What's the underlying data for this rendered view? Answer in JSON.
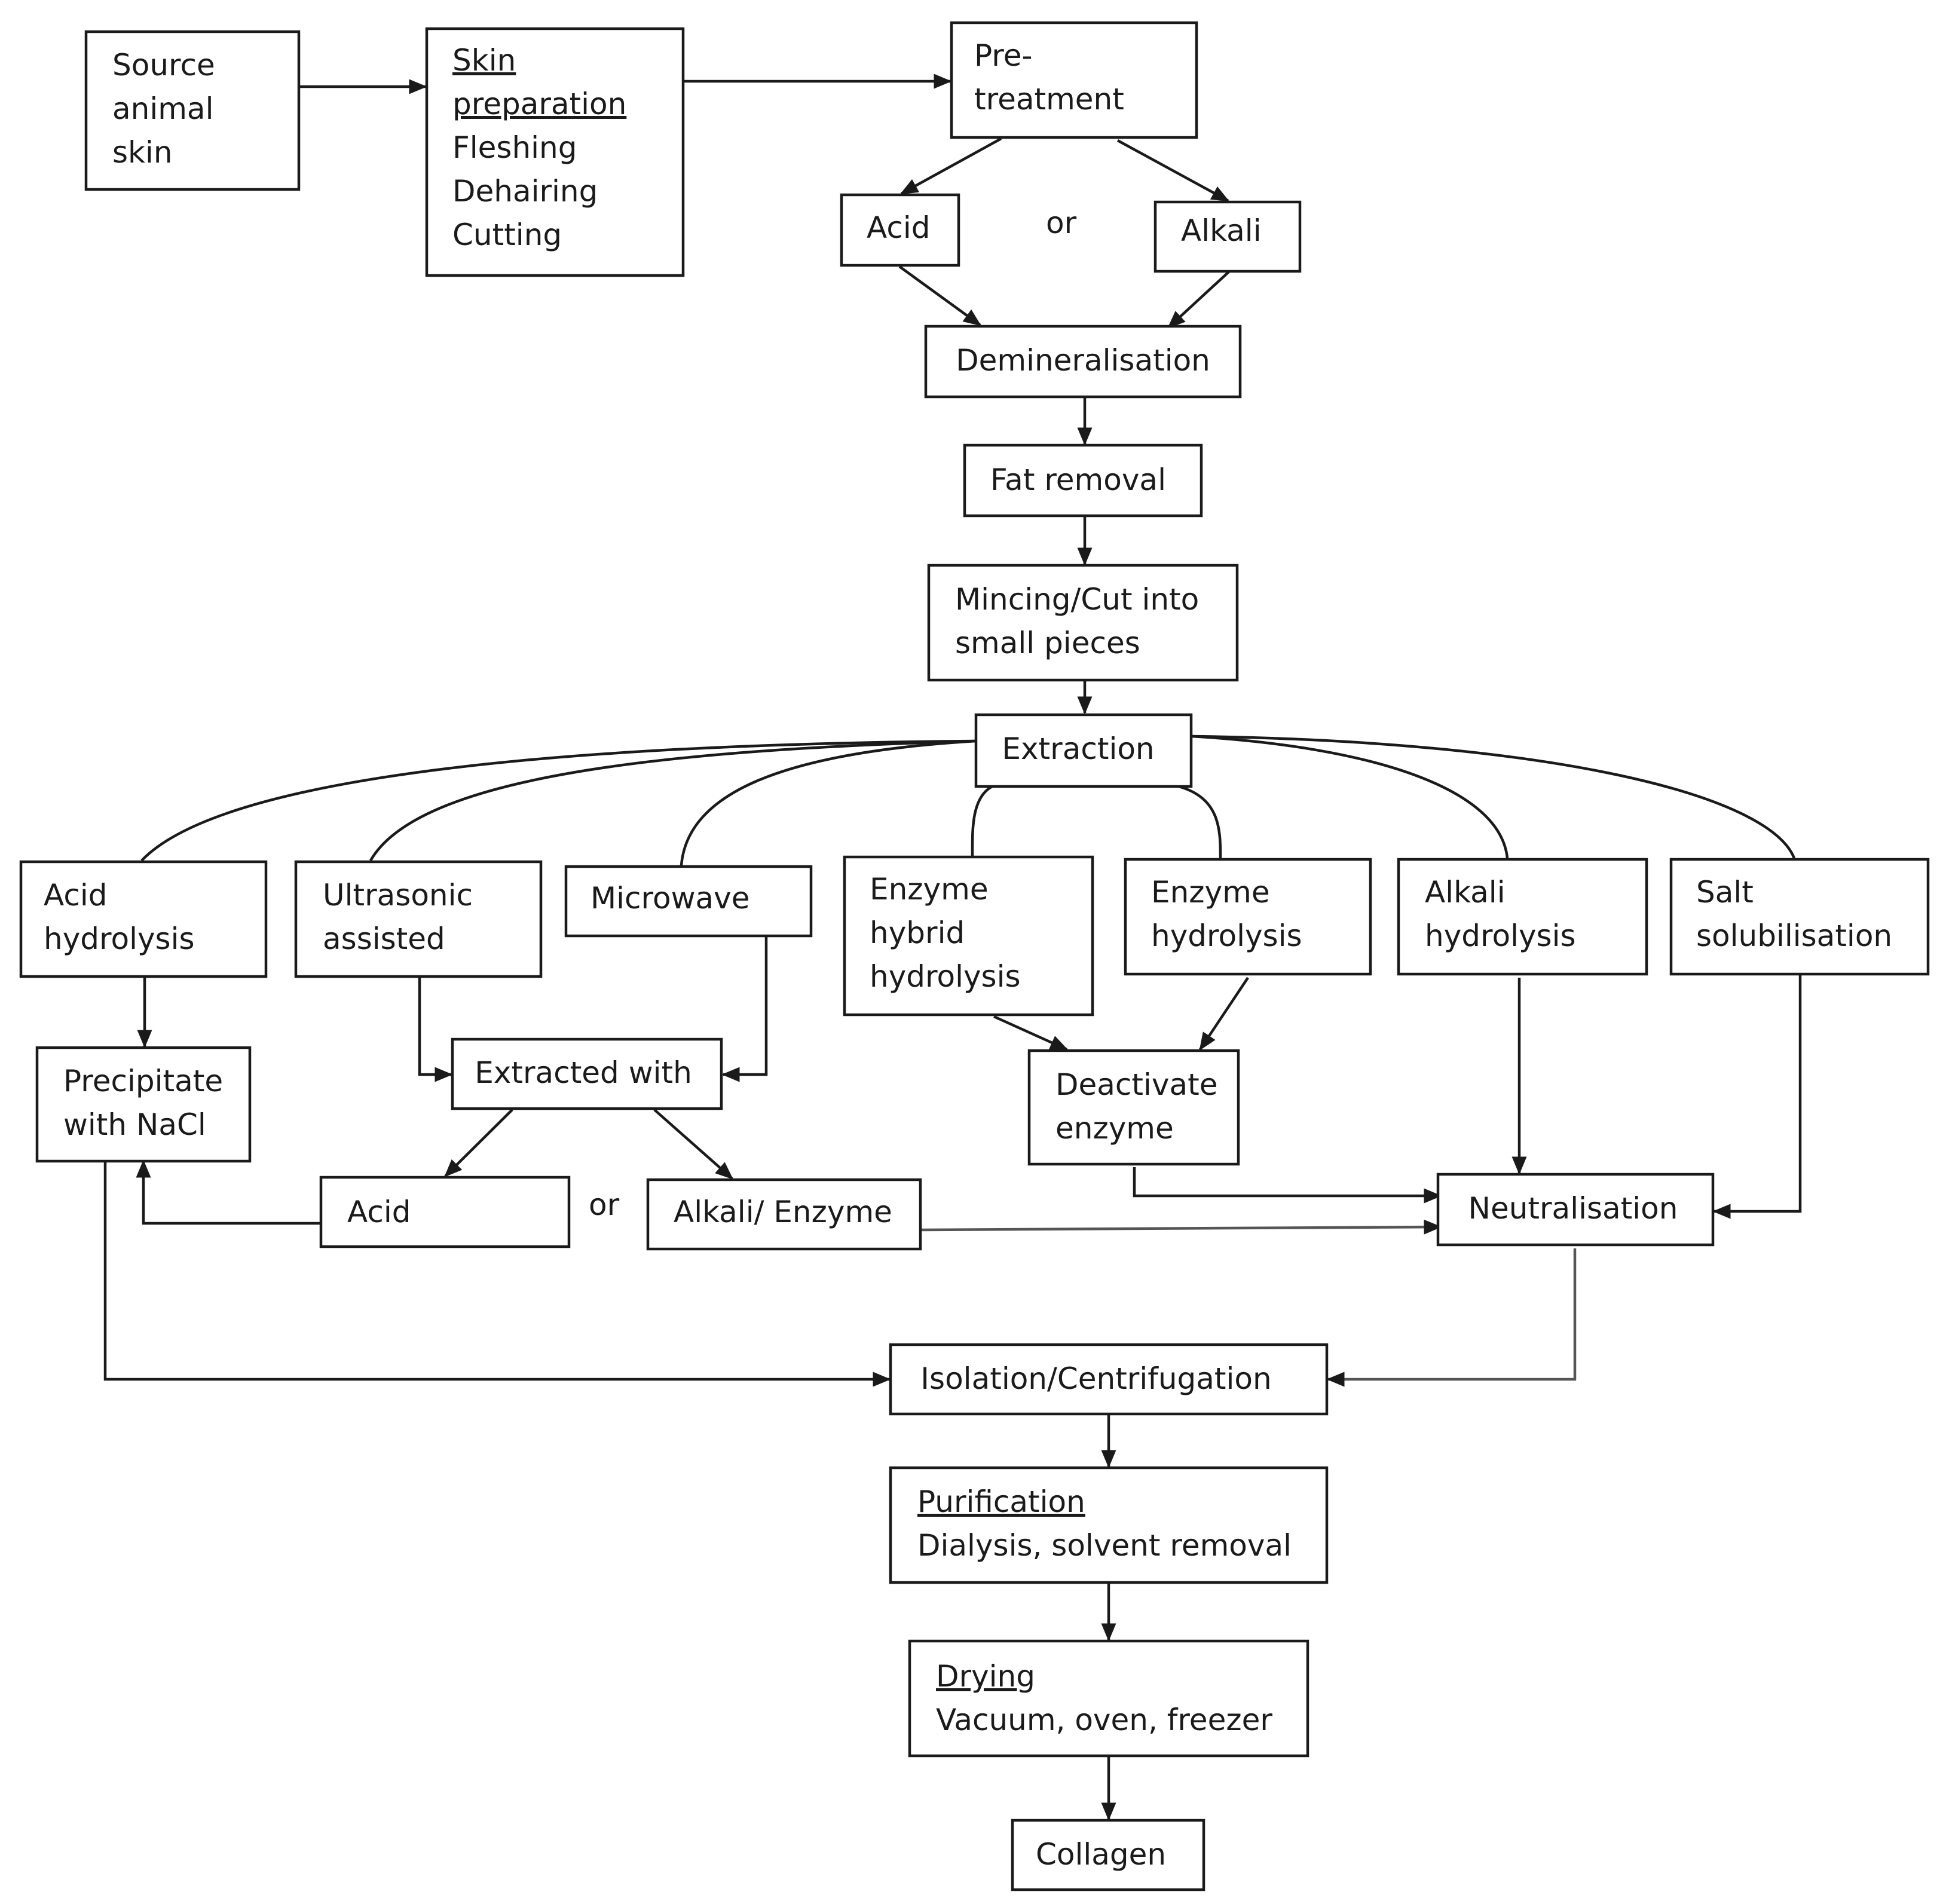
{
  "nodes": {
    "source": [
      "Source",
      "animal",
      "skin"
    ],
    "skin_prep": {
      "heading": "Skin preparation",
      "heading_lines": [
        "Skin",
        "preparation"
      ],
      "steps": [
        "Fleshing",
        "Dehairing",
        "Cutting"
      ]
    },
    "pretreatment": [
      "Pre-",
      "treatment"
    ],
    "pre_acid": "Acid",
    "pre_alkali": "Alkali",
    "or_1": "or",
    "demineralisation": "Demineralisation",
    "fat_removal": "Fat removal",
    "mincing": [
      "Mincing/Cut into",
      "small pieces"
    ],
    "extraction": "Extraction",
    "acid_hydrolysis": [
      "Acid",
      "hydrolysis"
    ],
    "ultrasonic": [
      "Ultrasonic",
      "assisted"
    ],
    "microwave": "Microwave",
    "enzyme_hybrid": [
      "Enzyme",
      "hybrid",
      "hydrolysis"
    ],
    "enzyme_hydrolysis": [
      "Enzyme",
      "hydrolysis"
    ],
    "alkali_hydrolysis": [
      "Alkali",
      "hydrolysis"
    ],
    "salt": [
      "Salt",
      "solubilisation"
    ],
    "precipitate": [
      "Precipitate",
      "with NaCl"
    ],
    "extracted_with": "Extracted with",
    "ext_acid": "Acid",
    "or_2": "or",
    "ext_alkali_enzyme": "Alkali/ Enzyme",
    "deactivate": [
      "Deactivate",
      "enzyme"
    ],
    "neutralisation": "Neutralisation",
    "isolation": "Isolation/Centrifugation",
    "purification": {
      "heading": "Purification",
      "detail": "Dialysis, solvent removal"
    },
    "drying": {
      "heading": "Drying",
      "detail": "Vacuum, oven, freezer"
    },
    "collagen": "Collagen"
  }
}
